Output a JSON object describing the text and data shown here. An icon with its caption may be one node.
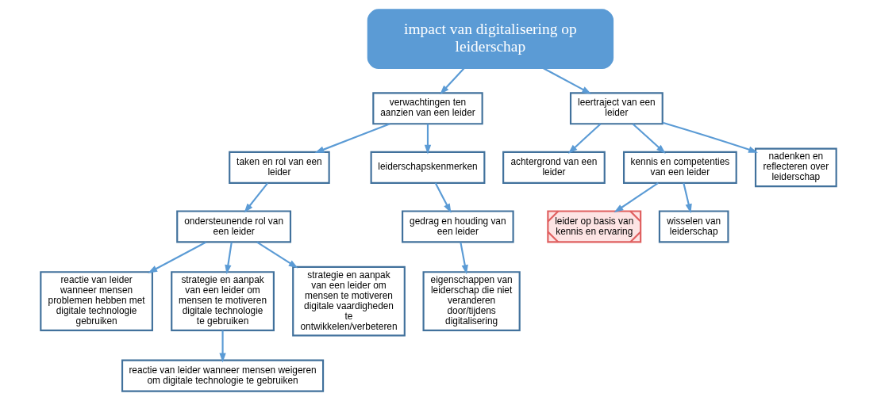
{
  "diagram": {
    "nodes": [
      {
        "text": [
          "impact van digitalisering op leiderschap"
        ]
      },
      {
        "text": [
          "verwachtingen ten aanzien van een leider"
        ]
      },
      {
        "text": [
          "leertraject van een leider"
        ]
      },
      {
        "text": [
          "taken en rol van een leider"
        ]
      },
      {
        "text": [
          "leiderschapskenmerken"
        ]
      },
      {
        "text": [
          "ondersteunende rol van een leider"
        ]
      },
      {
        "text": [
          "reactie van leider wanneer mensen problemen hebben met digitale technologie gebruiken"
        ]
      },
      {
        "text": [
          "strategie en aanpak van een leider om mensen te motiveren digitale technologie te gebruiken"
        ]
      },
      {
        "text": [
          "strategie en aanpak van een leider om mensen te motiveren digitale vaardigheden te ontwikkelen/verbeteren"
        ]
      },
      {
        "text": [
          "reactie van leider wanneer mensen weigeren om digitale technologie te gebruiken"
        ]
      },
      {
        "text": [
          "gedrag en houding van een leider"
        ]
      },
      {
        "text": [
          "eigenschappen van leiderschap die niet veranderen door/tijdens digitalisering"
        ]
      },
      {
        "text": [
          "achtergrond van een leider"
        ]
      },
      {
        "text": [
          "kennis en competenties van een leider"
        ]
      },
      {
        "text": [
          "nadenken en reflecteren over leiderschap"
        ]
      },
      {
        "text": [
          "leider op basis van kennis en ervaring"
        ]
      },
      {
        "text": [
          "wisselen van leiderschap"
        ]
      }
    ],
    "edges": [
      {
        "from": 0,
        "to": 1,
        "arrow": "to"
      },
      {
        "from": 0,
        "to": 2,
        "arrow": "to"
      },
      {
        "from": 1,
        "to": 3,
        "arrow": "to"
      },
      {
        "from": 1,
        "to": 4,
        "arrow": "to"
      },
      {
        "from": 3,
        "to": 5,
        "arrow": "to"
      },
      {
        "from": 5,
        "to": 6,
        "arrow": "to"
      },
      {
        "from": 5,
        "to": 7,
        "arrow": "to"
      },
      {
        "from": 5,
        "to": 8,
        "arrow": "to"
      },
      {
        "from": 7,
        "to": 9,
        "arrow": "to"
      },
      {
        "from": 4,
        "to": 10,
        "arrow": "to"
      },
      {
        "from": 10,
        "to": 11,
        "arrow": "to"
      },
      {
        "from": 2,
        "to": 12,
        "arrow": "to"
      },
      {
        "from": 2,
        "to": 13,
        "arrow": "to"
      },
      {
        "from": 2,
        "to": 14,
        "arrow": "to"
      },
      {
        "from": 13,
        "to": 15,
        "arrow": "to"
      },
      {
        "from": 13,
        "to": 16,
        "arrow": "to"
      }
    ]
  }
}
